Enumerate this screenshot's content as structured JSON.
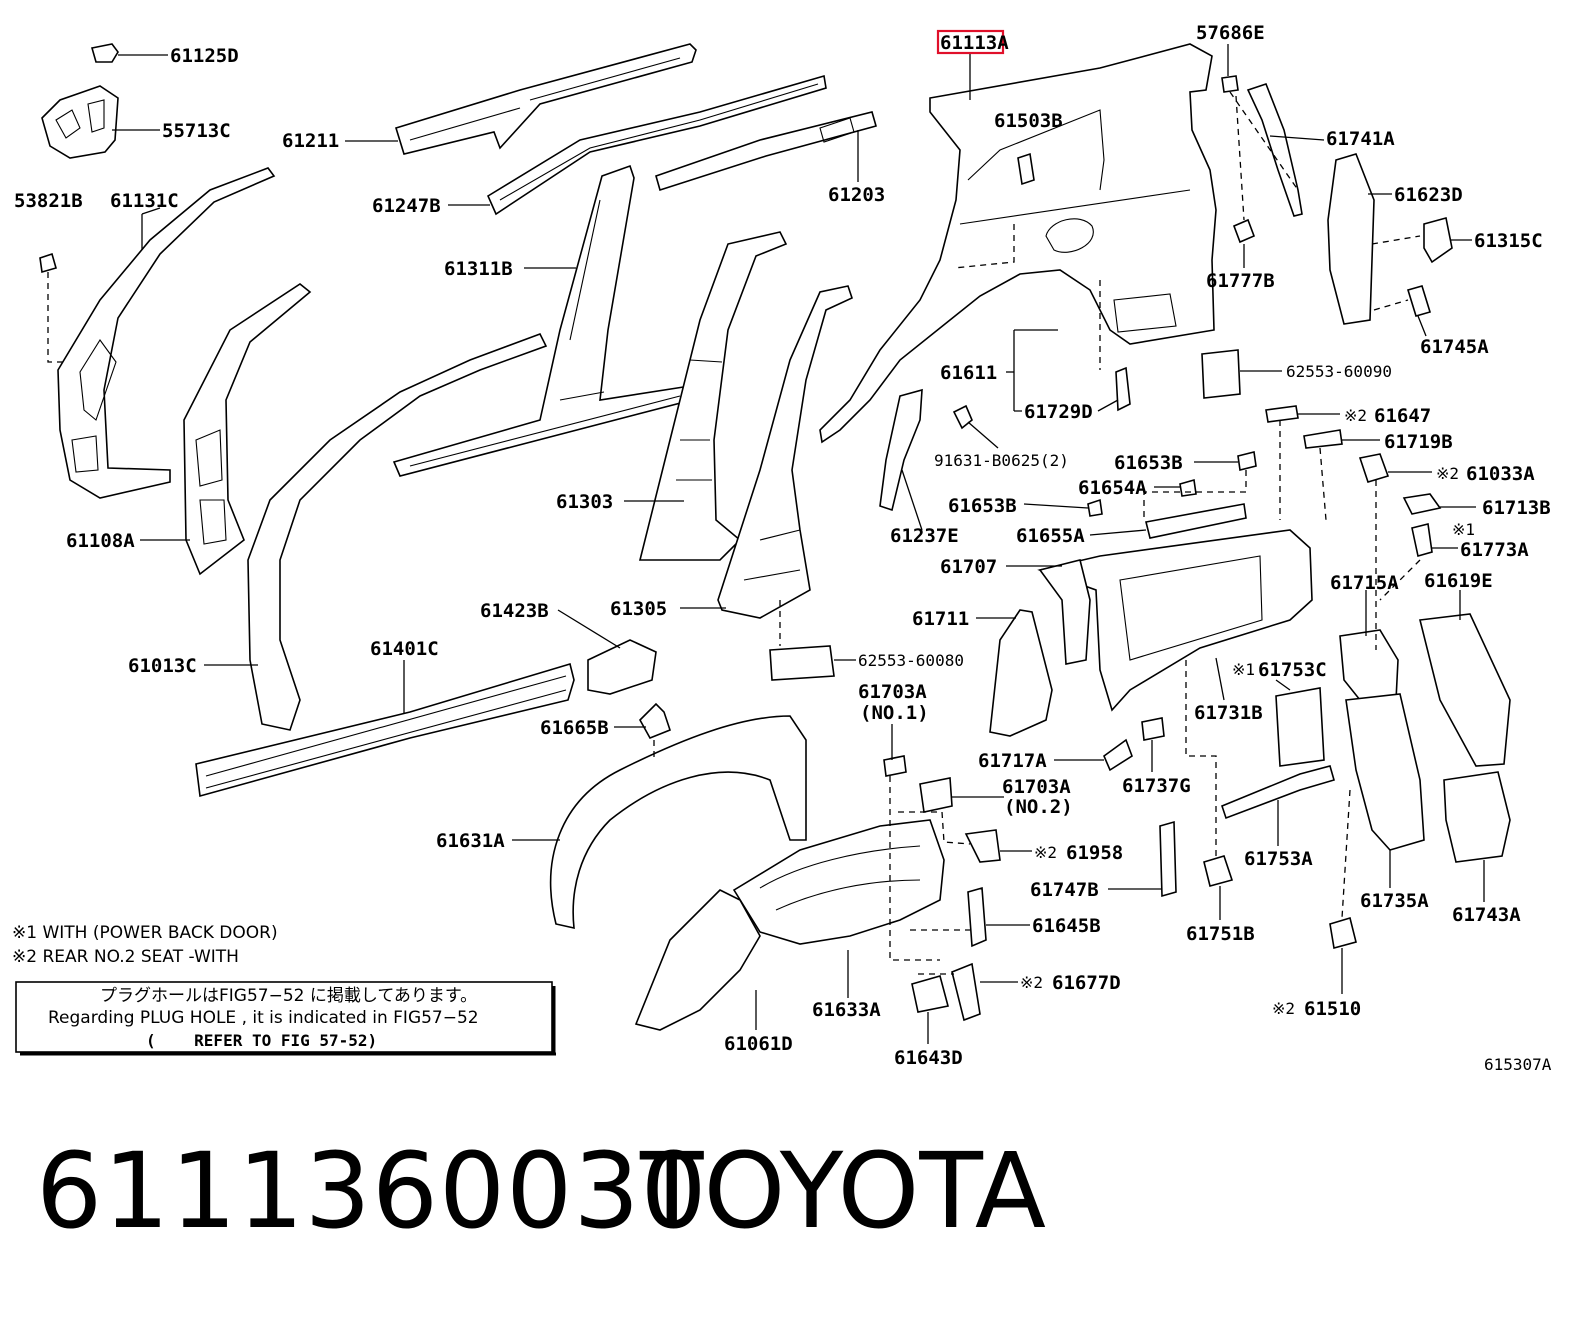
{
  "diagram": {
    "highlighted_part": "61113A",
    "figure_id": "615307A",
    "parts": [
      "61125D",
      "55713C",
      "53821B",
      "61131C",
      "61108A",
      "61211",
      "61247B",
      "61203",
      "61311B",
      "61303",
      "61013C",
      "61305",
      "61423B",
      "61401C",
      "61665B",
      "61631A",
      "61113A",
      "57686E",
      "61503B",
      "61741A",
      "61623D",
      "61315C",
      "61777B",
      "61745A",
      "61611",
      "61729D",
      "62553-60090",
      "91631-B0625(2)",
      "61237E",
      "61653B",
      "61654A",
      "61653B",
      "61655A",
      "61647",
      "61719B",
      "61033A",
      "61713B",
      "61773A",
      "61707",
      "61711",
      "61715A",
      "61619E",
      "62553-60080",
      "61703A",
      "(NO.1)",
      "61703A",
      "(NO.2)",
      "61717A",
      "61737G",
      "61753C",
      "61731B",
      "61753A",
      "61735A",
      "61743A",
      "61958",
      "61747B",
      "61751B",
      "61645B",
      "61633A",
      "61677D",
      "61643D",
      "61061D",
      "61510"
    ],
    "marks": {
      "note1": "※1",
      "note2": "※2"
    },
    "notes": [
      "※1 WITH (POWER BACK DOOR)",
      "※2 REAR NO.2 SEAT -WITH"
    ],
    "plug_hole_box": [
      "プラグホールはFIG57−52 に掲載してあります。",
      "Regarding PLUG HOLE , it is indicated in FIG57−52",
      "(    REFER TO FIG 57-52)"
    ]
  },
  "footer": {
    "part_number": "6111360030",
    "brand": "TOYOTA"
  }
}
